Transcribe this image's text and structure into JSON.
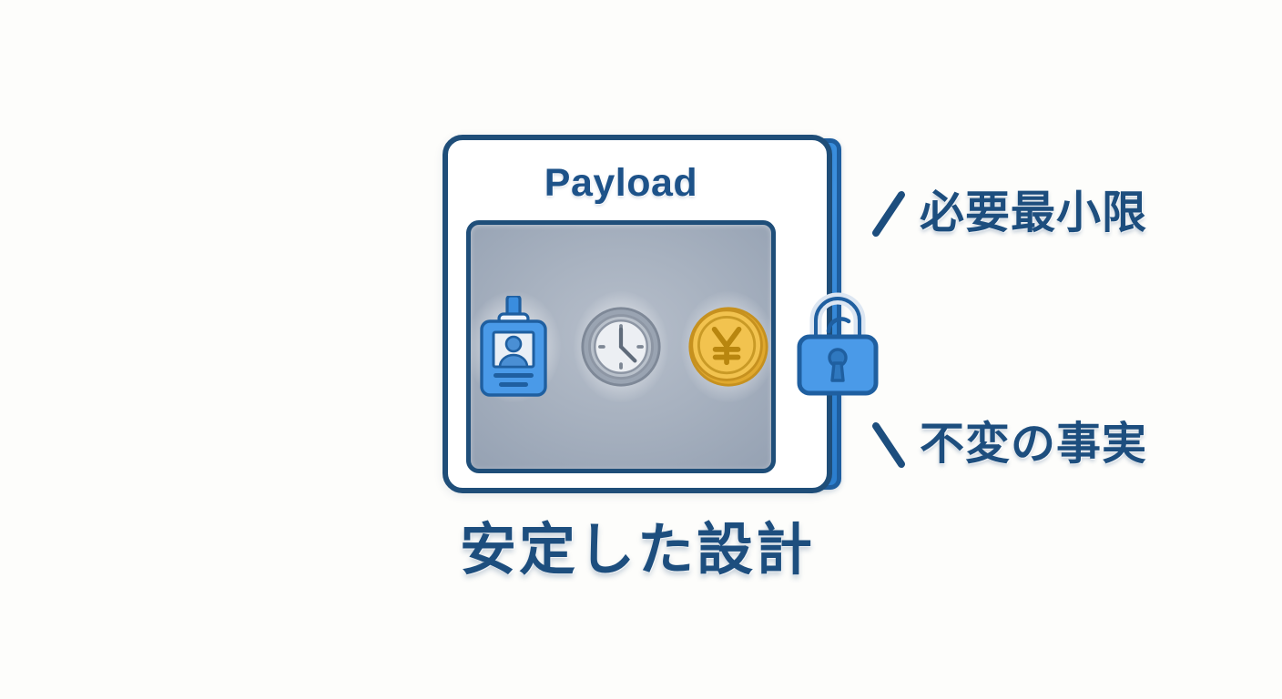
{
  "illustration": {
    "title": "Payload",
    "background_color": "#fdfdfb",
    "accent_navy": "#1f4e79",
    "accent_blue": "#3a8dde",
    "gold": "#e9b949"
  },
  "card": {
    "title": "Payload",
    "panel": {
      "icons": [
        {
          "name": "id-badge-icon",
          "label": "ID badge"
        },
        {
          "name": "clock-icon",
          "label": "Clock"
        },
        {
          "name": "yen-coin-icon",
          "label": "Yen coin",
          "symbol": "¥"
        }
      ]
    },
    "spine": {
      "name": "binder-spine"
    },
    "lock": {
      "name": "padlock-icon",
      "label": "Padlock"
    }
  },
  "callouts": [
    {
      "leader": "/",
      "text": "必要最小限"
    },
    {
      "leader": "\\",
      "text": "不変の事実"
    }
  ],
  "caption": "安定した設計"
}
